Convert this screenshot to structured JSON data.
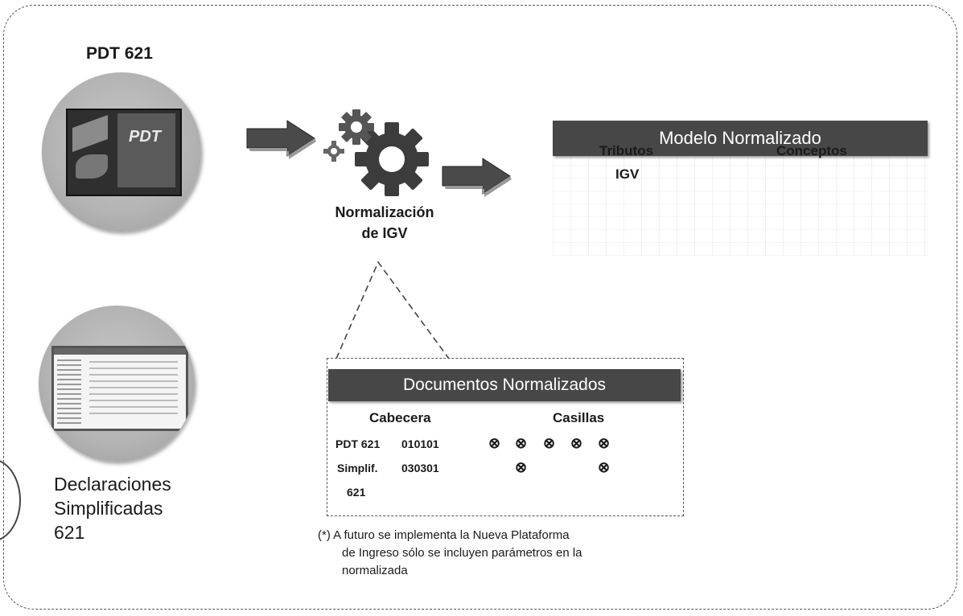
{
  "left": {
    "pdt_title": "PDT 621",
    "pdt_logo_text": "PDT",
    "decl_lines": [
      "Declaraciones",
      "Simplificadas",
      "621"
    ]
  },
  "process": {
    "label_lines": [
      "Normalización",
      "de IGV"
    ]
  },
  "modelo": {
    "title": "Modelo Normalizado",
    "col1": "Tributos",
    "col2": "Conceptos",
    "row1": "IGV"
  },
  "docs": {
    "title": "Documentos Normalizados",
    "col1": "Cabecera",
    "col2": "Casillas",
    "rows": [
      {
        "type": "PDT 621",
        "code": "010101"
      },
      {
        "type": "Simplif.",
        "code": "030301"
      },
      {
        "type": "621",
        "code": ""
      }
    ],
    "symbol": "⊗"
  },
  "note": {
    "line1": "(*) A futuro se implementa la Nueva Plataforma",
    "line2": "de Ingreso sólo se incluyen parámetros en la",
    "line3": "normalizada"
  }
}
